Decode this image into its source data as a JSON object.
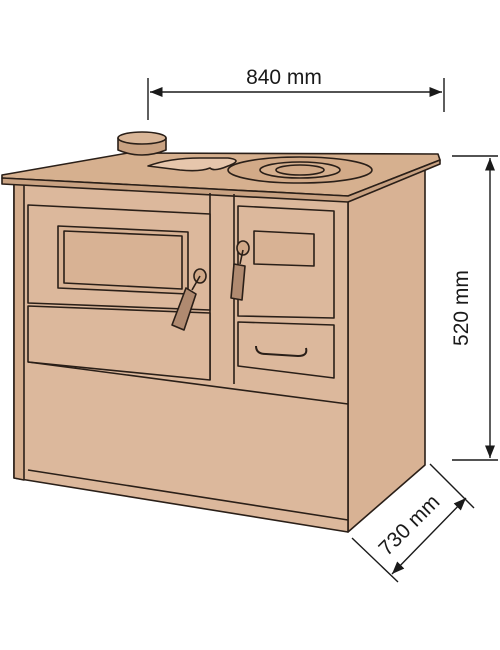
{
  "dimensions": {
    "width": "840 mm",
    "height": "520 mm",
    "depth": "730 mm"
  },
  "colors": {
    "stove_front": "#dcb89c",
    "stove_side": "#d8b294",
    "stove_top": "#d6b08f",
    "outline": "#2a1f18",
    "handle": "#b08a70",
    "dimension_line": "#1a1a1a"
  }
}
